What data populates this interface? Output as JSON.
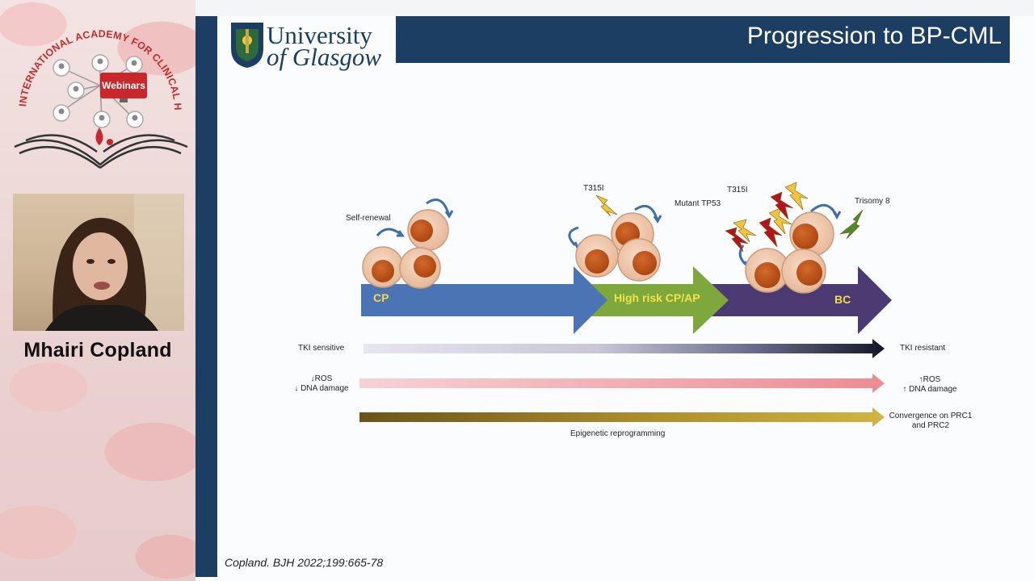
{
  "webinar": {
    "academy_name": "INTERNATIONAL ACADEMY FOR CLINICAL HEMATOLOGY",
    "badge_label": "Webinars",
    "speaker_name": "Mhairi Copland"
  },
  "slide": {
    "title": "Progression to BP-CML",
    "university_line1": "University",
    "university_line2": "of Glasgow",
    "citation": "Copland. BJH 2022;199:665-78",
    "phases": [
      "CP",
      "High risk CP/AP",
      "BC"
    ],
    "annotations": {
      "self_renewal": "Self-renewal",
      "t315i_1": "T315I",
      "mutant_tp53": "Mutant TP53",
      "t315i_2": "T315I",
      "trisomy_8": "Trisomy 8"
    },
    "gradients": [
      {
        "left": "TKI sensitive",
        "right": "TKI resistant"
      },
      {
        "left_line1": "↓ROS",
        "left_line2": "↓ DNA damage",
        "right_line1": "↑ROS",
        "right_line2": "↑ DNA damage"
      },
      {
        "right_line1": "Convergence on PRC1",
        "right_line2": "and PRC2",
        "below": "Epigenetic reprogramming"
      }
    ],
    "colors": {
      "navy": "#1c3e63",
      "cp_blue": "#4a74b4",
      "ap_green": "#7fa83c",
      "bc_purple": "#4b3a72",
      "cell_outer": "#f0c5a8",
      "cell_nucleus": "#c0561c",
      "lightning_yellow": "#f2c43a",
      "lightning_red": "#b4151c",
      "lightning_green": "#4c8a2c"
    }
  }
}
